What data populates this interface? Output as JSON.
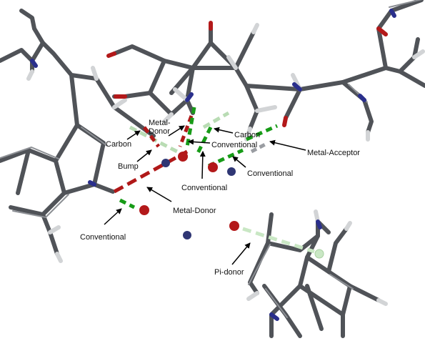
{
  "colors": {
    "bond": "#505358",
    "bond_light": "#8c8f94",
    "hydrogen": "#d2d4d6",
    "oxygen": "#b3191a",
    "nitrogen": "#2a2f8c",
    "metal": "#2f3674",
    "conventional": "#179b17",
    "carbon_hbond": "#b9dcb4",
    "unfavorable": "#b01818",
    "pi": "#c9e7c4"
  },
  "labels": {
    "carbon_1": "Carbon",
    "metal_donor_top": "Metal-\nDonor",
    "bump": "Bump",
    "carbon_2": "Carbon",
    "conventional_1": "Conventional",
    "metal_acceptor": "Metal-Acceptor",
    "conventional_2": "Conventional",
    "conventional_3": "Conventional",
    "metal_donor_bottom": "Metal-Donor",
    "conventional_4": "Conventional",
    "pi_donor": "Pi-donor"
  }
}
